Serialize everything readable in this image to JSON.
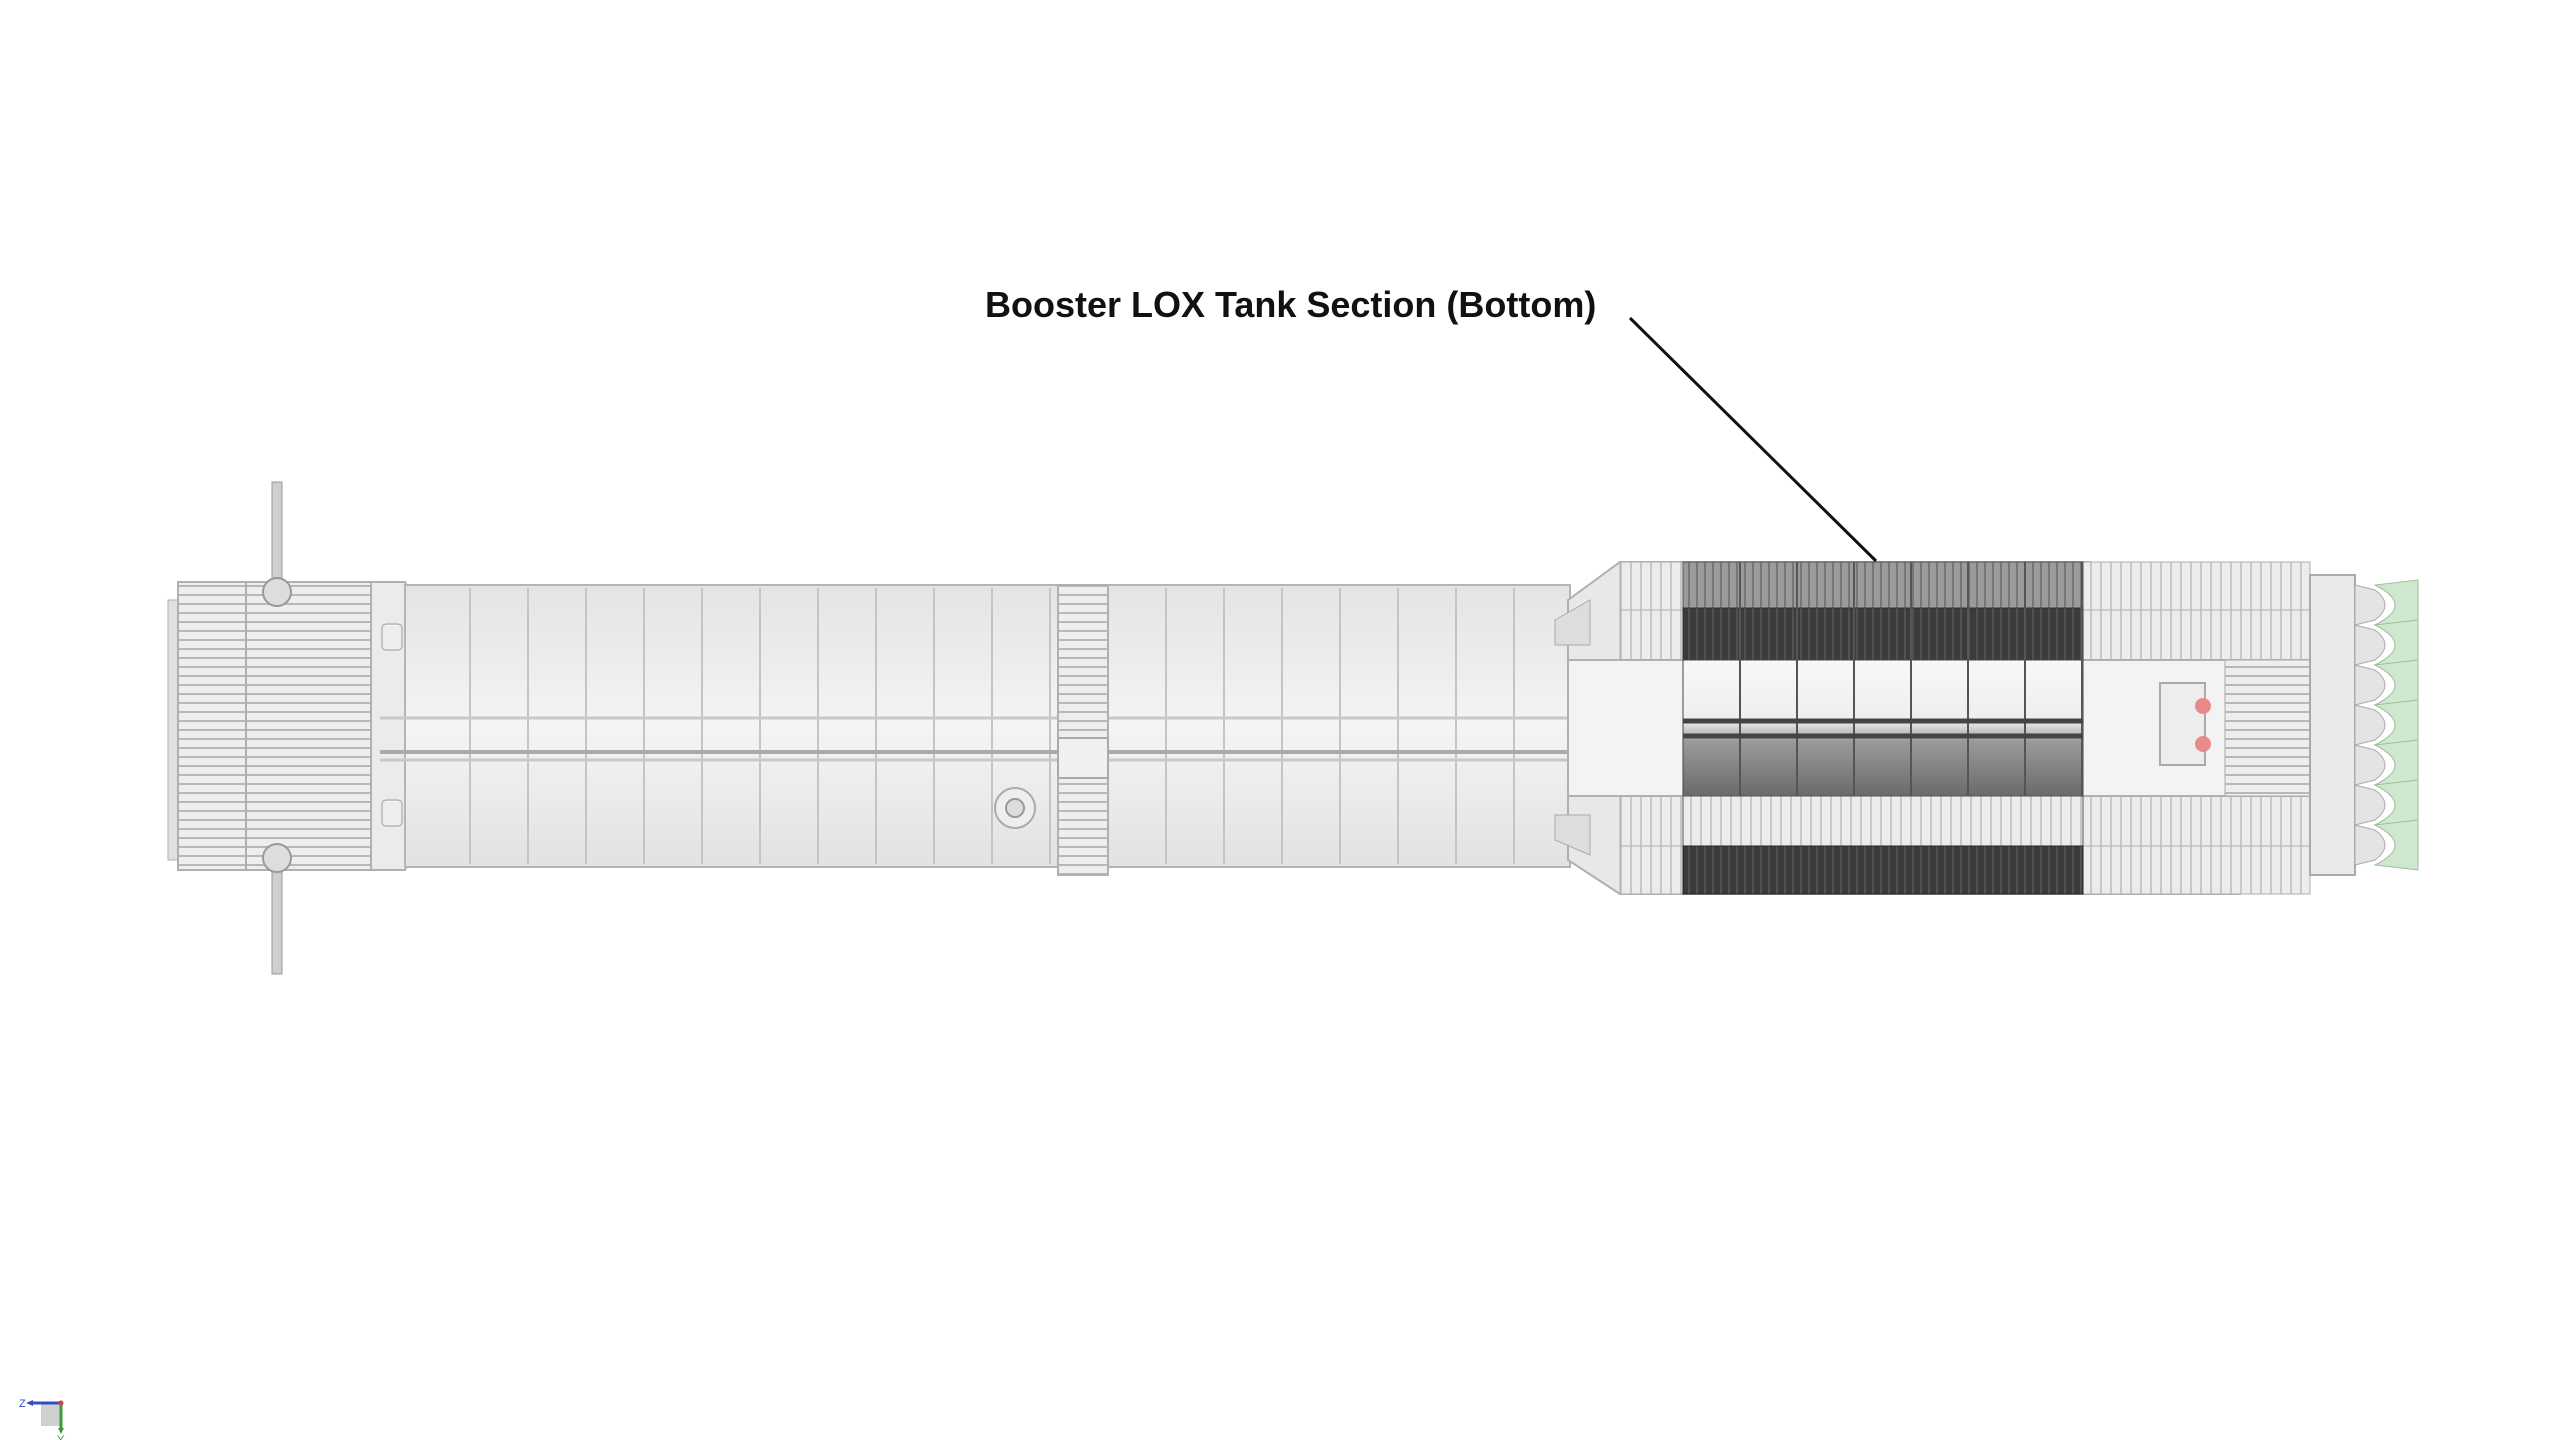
{
  "callout": {
    "label": "Booster LOX Tank Section (Bottom)"
  },
  "axis_triad": {
    "horizontal_axis": "Z",
    "vertical_axis": "Y",
    "colors": {
      "z": "#2f4fbf",
      "y": "#3a9a3a",
      "x": "#d04040"
    }
  },
  "colors": {
    "body": "#ececec",
    "outline": "#b4b4b4",
    "highlight_dark": "#3a3a3a",
    "highlight_mid": "#8a8a8a",
    "nozzle": "#cfe6cf",
    "port": "#e88a8a"
  }
}
